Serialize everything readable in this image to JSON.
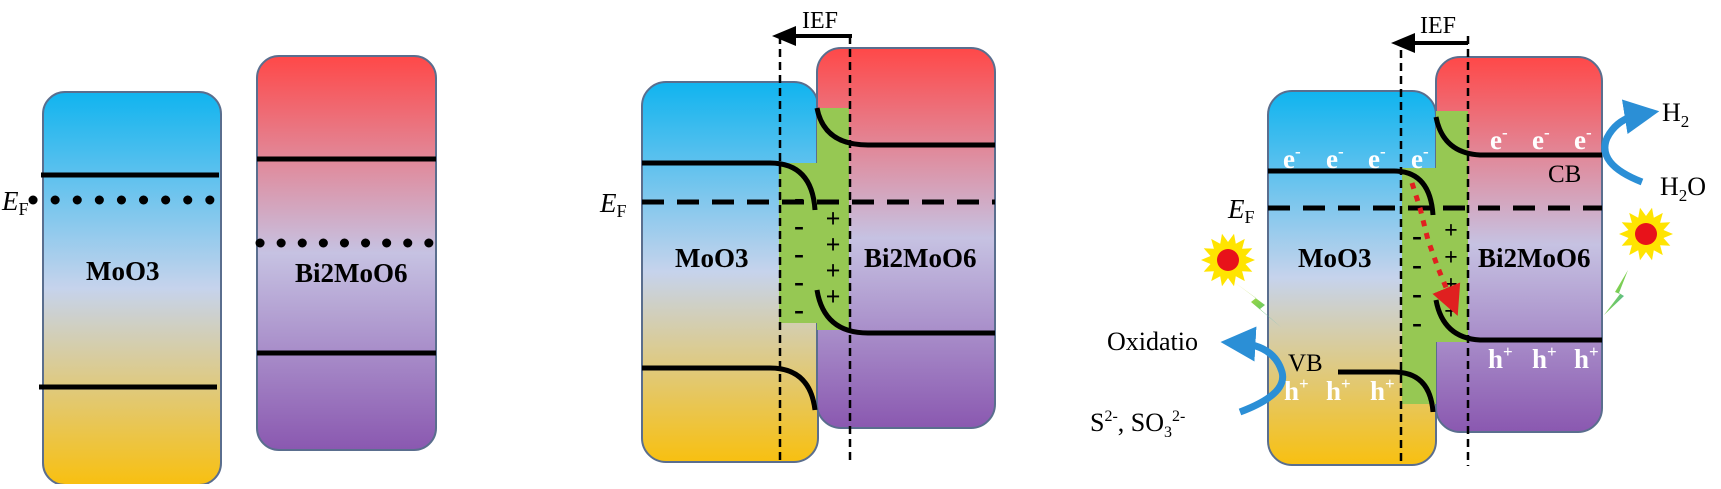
{
  "panel_a": {
    "ef_label": "E",
    "ef_sub": "F",
    "moo3_label": "MoO3",
    "bi_label": "Bi2MoO6"
  },
  "panel_b": {
    "ief_label": "IEF",
    "ef_label": "E",
    "ef_sub": "F",
    "moo3_label": "MoO3",
    "bi_label": "Bi2MoO6",
    "minus_signs": [
      "-",
      "-",
      "-",
      "-",
      "-"
    ],
    "plus_signs": [
      "+",
      "+",
      "+",
      "+"
    ]
  },
  "panel_c": {
    "ief_label": "IEF",
    "ef_label": "E",
    "ef_sub": "F",
    "moo3_label": "MoO3",
    "bi_label": "Bi2MoO6",
    "electron": "e",
    "electron_charge": "-",
    "hole": "h",
    "hole_charge": "+",
    "cb_label": "CB",
    "vb_label": "VB",
    "h2": "H",
    "h2_sub": "2",
    "h2o": "H",
    "h2o_sub": "2",
    "h2o_tail": "O",
    "oxidation_label": "Oxidatio",
    "sulfide_label": "S",
    "sulfide_charge": "2-",
    "sulfite_label": ", SO",
    "sulfite_sub": "3",
    "sulfite_charge": "2-",
    "minus_signs": [
      "-",
      "-",
      "-",
      "-"
    ],
    "plus_signs": [
      "+",
      "+",
      "+",
      "+"
    ]
  },
  "colors": {
    "moo3_top": "#10b4ef",
    "moo3_mid": "#c6d3ec",
    "moo3_bottom": "#f8c010",
    "bi_top": "#ff4848",
    "bi_mid": "#c6c2e2",
    "bi_bottom": "#8a58b0",
    "junction": "#96c853",
    "electron_path": "#e02020",
    "arrow_blue": "#2b8fd6",
    "sun_yellow": "#ffe400",
    "sun_red": "#e8121a"
  }
}
